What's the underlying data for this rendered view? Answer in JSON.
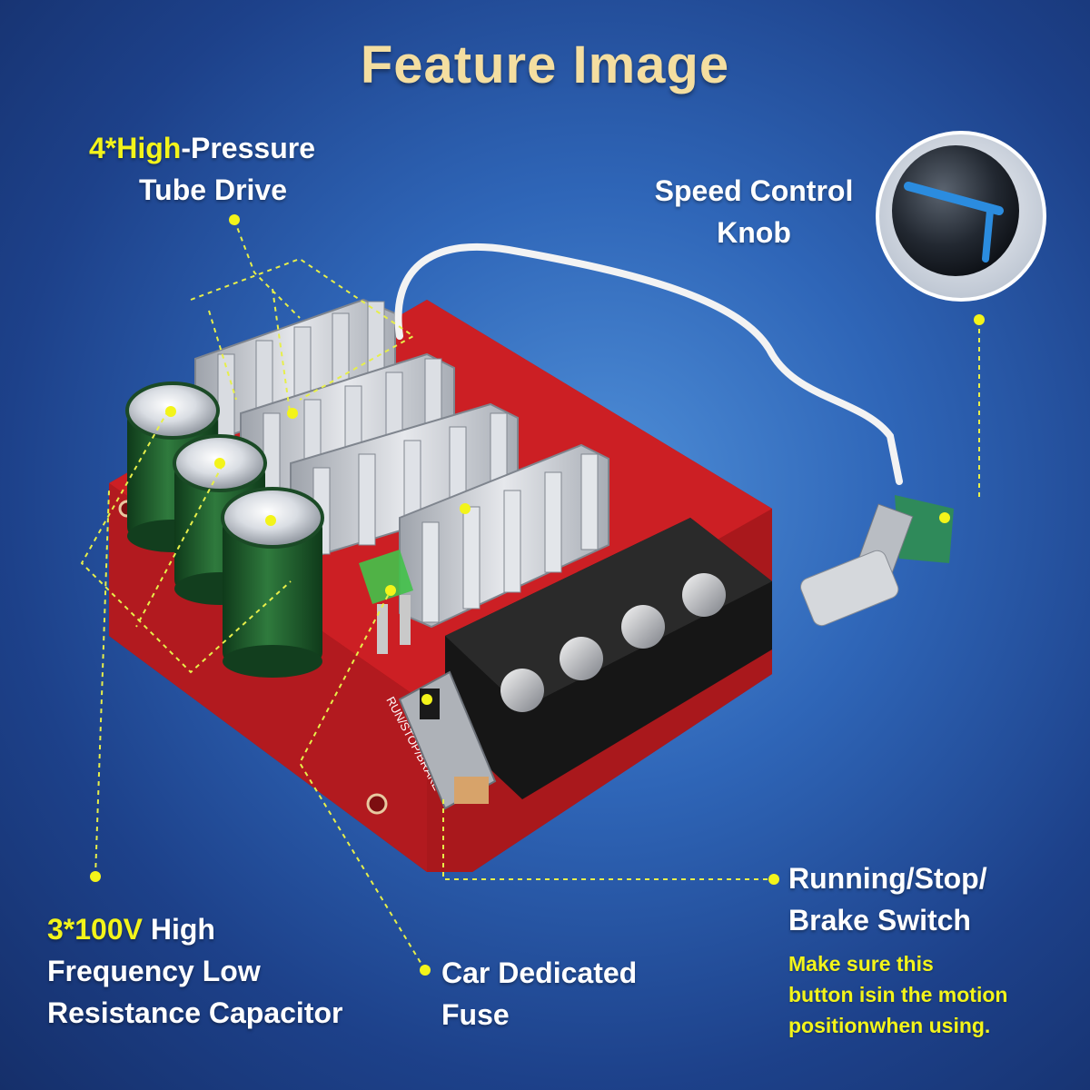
{
  "title": "Feature Image",
  "labels": {
    "tube_drive": {
      "highlight": "4*High",
      "line1_rest": "-Pressure",
      "line2": "Tube Drive"
    },
    "knob": {
      "line1": "Speed Control",
      "line2": "Knob"
    },
    "switch": {
      "line1": "Running/Stop/",
      "line2": "Brake Switch"
    },
    "switch_note": {
      "line1": "Make sure this",
      "line2": "button isin the motion",
      "line3": "positionwhen using."
    },
    "capacitor": {
      "highlight": "3*100V",
      "line1_rest": " High",
      "line2": "Frequency Low",
      "line3": "Resistance Capacitor"
    },
    "fuse": {
      "line1": "Car Dedicated",
      "line2": "Fuse"
    }
  },
  "colors": {
    "highlight": "#f3f41a",
    "title": "#f4dea0",
    "board": "#cc1f24",
    "capacitor": "#1e5a2c",
    "heatsink": "#c8ccd3",
    "terminal": "#1a1a1a"
  },
  "icons": [
    "knob-inset-icon",
    "callout-dot-icon"
  ]
}
